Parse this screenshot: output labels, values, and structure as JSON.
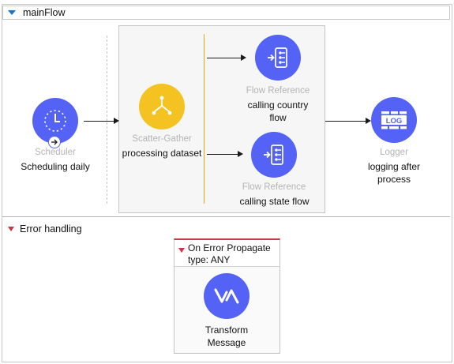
{
  "main_flow": {
    "title": "mainFlow"
  },
  "scheduler": {
    "type_label": "Scheduler",
    "name": "Scheduling daily",
    "icon": "clock-icon"
  },
  "scatter_gather": {
    "type_label": "Scatter-Gather",
    "name": "processing dataset",
    "icon": "scatter-gather-icon"
  },
  "flow_ref_1": {
    "type_label": "Flow Reference",
    "name_line1": "calling country",
    "name_line2": "flow",
    "icon": "flow-reference-icon"
  },
  "flow_ref_2": {
    "type_label": "Flow Reference",
    "name": "calling state flow",
    "icon": "flow-reference-icon"
  },
  "logger": {
    "type_label": "Logger",
    "name_line1": "logging after",
    "name_line2": "process",
    "icon": "log-icon",
    "icon_text": "LOG"
  },
  "error_handling": {
    "title": "Error handling",
    "on_error": {
      "title_line1": "On Error Propagate",
      "title_line2": "type: ANY"
    },
    "transform": {
      "name_line1": "Transform",
      "name_line2": "Message",
      "icon": "transform-message-icon"
    }
  },
  "colors": {
    "component_blue": "#5462f5",
    "scatter_yellow": "#f4c321",
    "route_line": "#e5a817",
    "error_red": "#d23340",
    "header_triangle": "#1e74c8"
  }
}
